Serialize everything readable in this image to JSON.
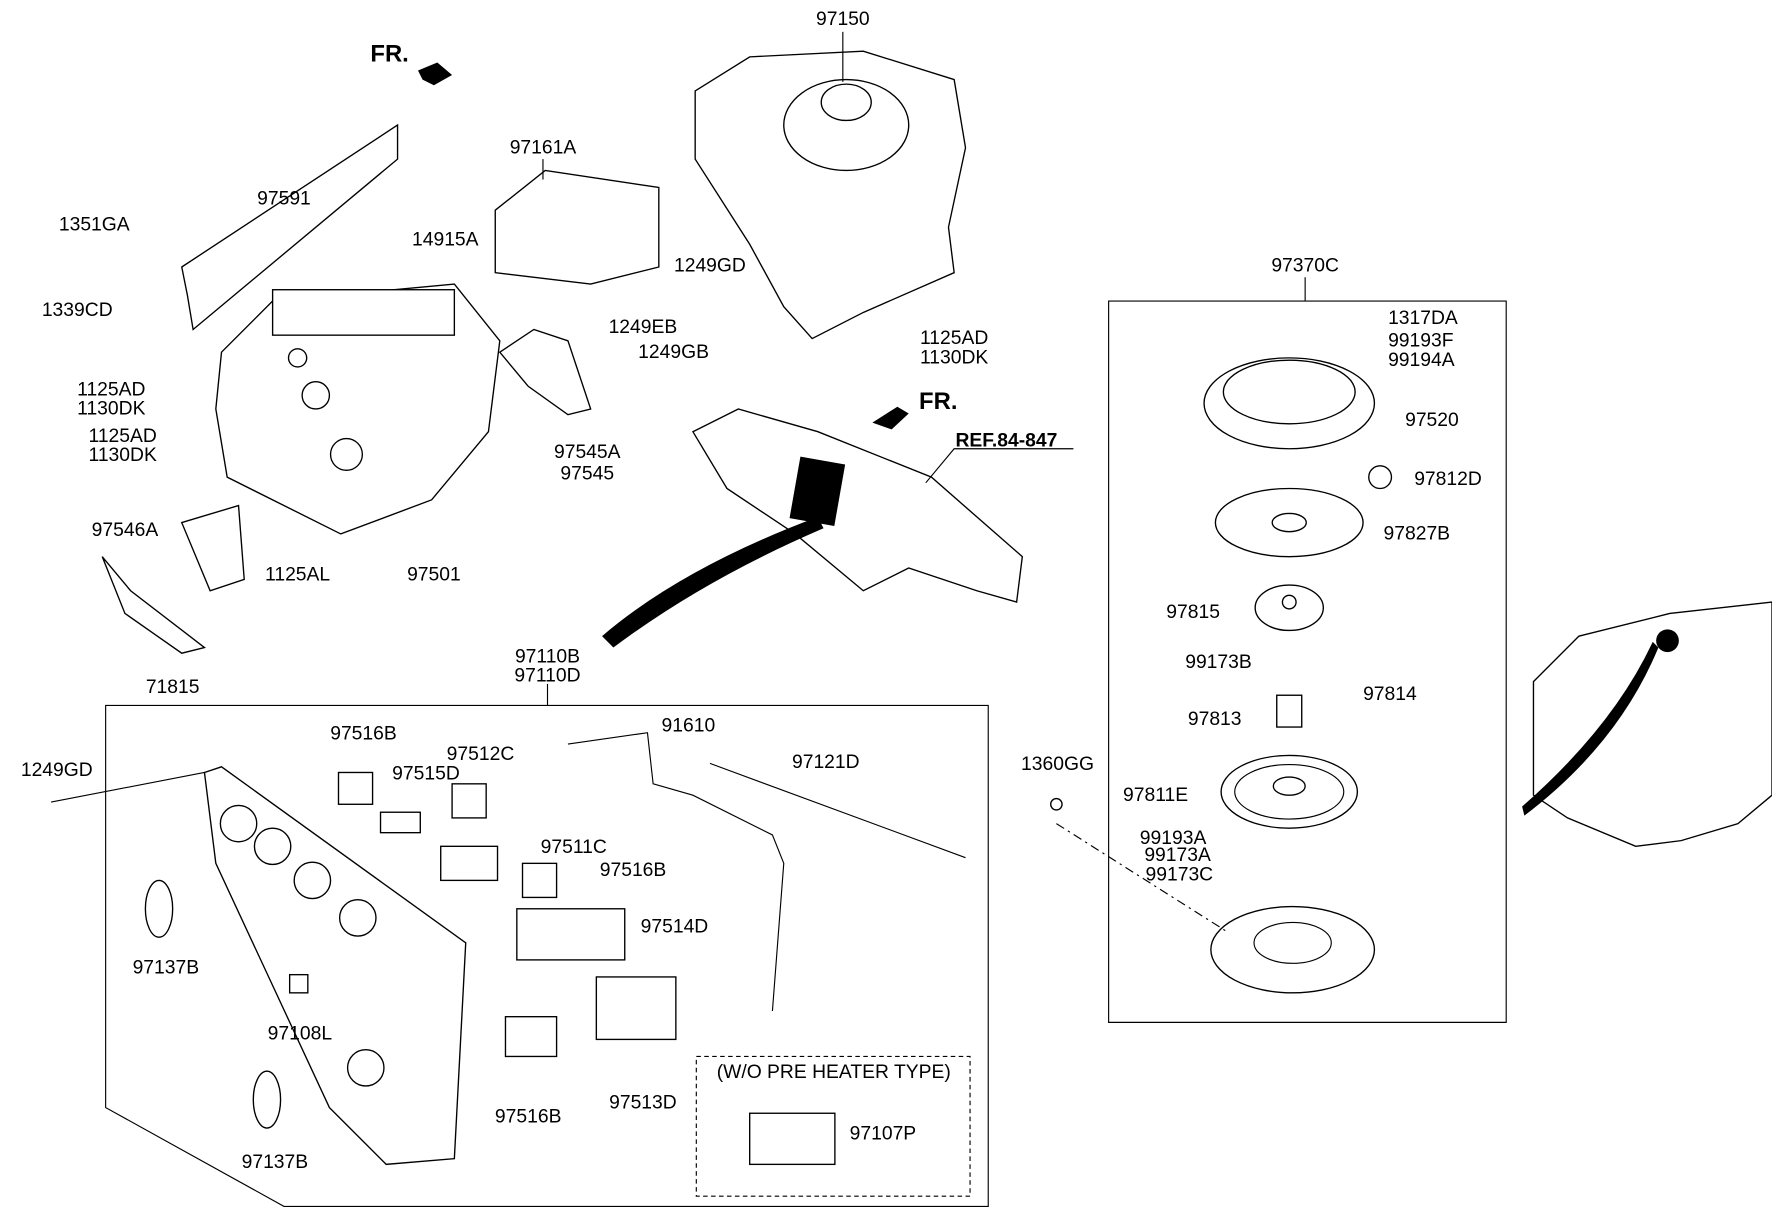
{
  "title": "Heater & blower / rear cooler parts diagram",
  "direction": {
    "fr1": "FR.",
    "fr2": "FR.",
    "ref": "REF.84-847"
  },
  "labels": {
    "p97150": "97150",
    "p97161A": "97161A",
    "p97591": "97591",
    "p1351GA": "1351GA",
    "p14915A": "14915A",
    "p1249GD_a": "1249GD",
    "p1339CD": "1339CD",
    "p1249EB": "1249EB",
    "p1125AD_a": "1125AD",
    "p1130DK_a": "1130DK",
    "p1249GB": "1249GB",
    "p1125AD_b": "1125AD",
    "p1130DK_b": "1130DK",
    "p1125AD_c": "1125AD",
    "p1130DK_c": "1130DK",
    "p97545A": "97545A",
    "p97545": "97545",
    "p97546A": "97546A",
    "p1125AL": "1125AL",
    "p97501": "97501",
    "p71815": "71815",
    "p97110B": "97110B",
    "p97110D": "97110D",
    "p97370C": "97370C",
    "p1317DA": "1317DA",
    "p99193F": "99193F",
    "p99194A": "99194A",
    "p97520": "97520",
    "p97812D": "97812D",
    "p97827B": "97827B",
    "p97815": "97815",
    "p99173B": "99173B",
    "p97814": "97814",
    "p97813": "97813",
    "p1360GG": "1360GG",
    "p97811E": "97811E",
    "p99193A": "99193A",
    "p99173A": "99173A",
    "p99173C": "99173C",
    "p97516B_a": "97516B",
    "p91610": "91610",
    "p97512C": "97512C",
    "p97515D": "97515D",
    "p97121D": "97121D",
    "p1249GD_b": "1249GD",
    "p97511C": "97511C",
    "p97516B_b": "97516B",
    "p97514D": "97514D",
    "p97137B_a": "97137B",
    "p97108L": "97108L",
    "p97516B_c": "97516B",
    "p97513D": "97513D",
    "p97107P": "97107P",
    "p97137B_b": "97137B"
  },
  "notes": {
    "wo_pre_heater": "(W/O PRE HEATER TYPE)"
  }
}
